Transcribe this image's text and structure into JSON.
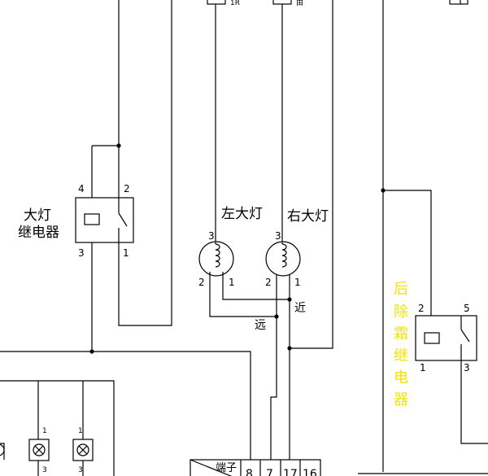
{
  "labels": {
    "headlight_relay_line1": "大灯",
    "headlight_relay_line2": "继电器",
    "left_headlight": "左大灯",
    "right_headlight": "右大灯",
    "near": "近",
    "far": "远",
    "rear_defrost_relay": [
      "后",
      "除",
      "霜",
      "继",
      "电",
      "器"
    ],
    "terminal": "端子",
    "top_left_fuse": "1R",
    "top_right_fuse": "由"
  },
  "pins": {
    "relay_left": {
      "p4": "4",
      "p2": "2",
      "p3": "3",
      "p1": "1"
    },
    "left_lamp": {
      "p3": "3",
      "p2": "2",
      "p1": "1"
    },
    "right_lamp": {
      "p3": "3",
      "p2": "2",
      "p1": "1"
    },
    "relay_right": {
      "p2": "2",
      "p5": "5",
      "p1": "1",
      "p3": "3"
    },
    "bulbs": {
      "b1_top": "1",
      "b1_bot": "3",
      "b2_top": "1",
      "b2_bot": "3"
    },
    "terminal_cells": [
      "8",
      "7",
      "17",
      "16"
    ]
  },
  "colors": {
    "line": "#000000",
    "highlight": "#f2e300",
    "background": "#ffffff"
  }
}
